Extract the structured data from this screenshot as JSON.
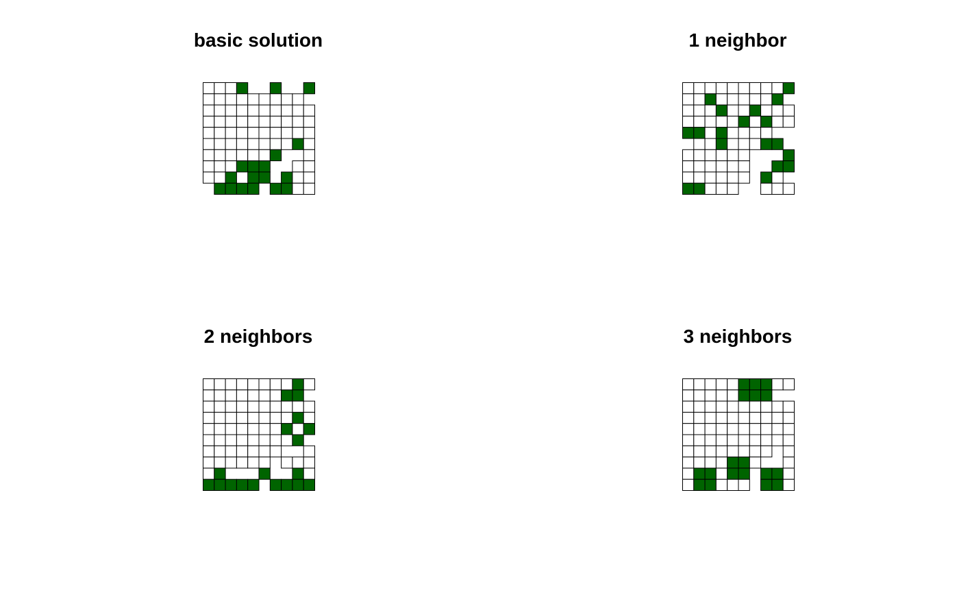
{
  "colors": {
    "selected": "#006400",
    "unselected": "#ffffff",
    "border": "#000000"
  },
  "chart_data": [
    {
      "type": "heatmap",
      "title": "basic solution",
      "rows": 10,
      "cols": 10,
      "selected_cells": [
        [
          0,
          3
        ],
        [
          0,
          6
        ],
        [
          0,
          9
        ],
        [
          5,
          8
        ],
        [
          6,
          6
        ],
        [
          7,
          3
        ],
        [
          7,
          4
        ],
        [
          7,
          5
        ],
        [
          8,
          2
        ],
        [
          8,
          4
        ],
        [
          8,
          5
        ],
        [
          8,
          7
        ],
        [
          9,
          1
        ],
        [
          9,
          2
        ],
        [
          9,
          3
        ],
        [
          9,
          4
        ],
        [
          9,
          6
        ],
        [
          9,
          7
        ]
      ],
      "missing_cells": [
        [
          0,
          4
        ],
        [
          0,
          5
        ],
        [
          0,
          7
        ],
        [
          0,
          8
        ],
        [
          1,
          9
        ],
        [
          6,
          7
        ],
        [
          6,
          8
        ],
        [
          7,
          6
        ],
        [
          7,
          7
        ],
        [
          8,
          3
        ],
        [
          8,
          6
        ],
        [
          9,
          0
        ],
        [
          9,
          5
        ]
      ]
    },
    {
      "type": "heatmap",
      "title": "1 neighbor",
      "rows": 10,
      "cols": 10,
      "selected_cells": [
        [
          0,
          9
        ],
        [
          1,
          2
        ],
        [
          1,
          8
        ],
        [
          2,
          3
        ],
        [
          2,
          6
        ],
        [
          3,
          5
        ],
        [
          3,
          7
        ],
        [
          4,
          0
        ],
        [
          4,
          1
        ],
        [
          4,
          3
        ],
        [
          5,
          3
        ],
        [
          5,
          7
        ],
        [
          5,
          8
        ],
        [
          6,
          9
        ],
        [
          7,
          8
        ],
        [
          7,
          9
        ],
        [
          8,
          7
        ],
        [
          9,
          0
        ],
        [
          9,
          1
        ]
      ],
      "missing_cells": [
        [
          1,
          9
        ],
        [
          4,
          8
        ],
        [
          4,
          9
        ],
        [
          5,
          0
        ],
        [
          5,
          9
        ],
        [
          6,
          6
        ],
        [
          6,
          7
        ],
        [
          6,
          8
        ],
        [
          7,
          6
        ],
        [
          7,
          7
        ],
        [
          8,
          6
        ],
        [
          8,
          9
        ],
        [
          9,
          5
        ],
        [
          9,
          6
        ]
      ]
    },
    {
      "type": "heatmap",
      "title": "2 neighbors",
      "rows": 10,
      "cols": 10,
      "selected_cells": [
        [
          0,
          8
        ],
        [
          1,
          7
        ],
        [
          1,
          8
        ],
        [
          3,
          8
        ],
        [
          4,
          7
        ],
        [
          4,
          9
        ],
        [
          5,
          8
        ],
        [
          8,
          1
        ],
        [
          8,
          5
        ],
        [
          8,
          8
        ],
        [
          9,
          0
        ],
        [
          9,
          1
        ],
        [
          9,
          2
        ],
        [
          9,
          3
        ],
        [
          9,
          4
        ],
        [
          9,
          6
        ],
        [
          9,
          7
        ],
        [
          9,
          8
        ],
        [
          9,
          9
        ]
      ],
      "missing_cells": [
        [
          1,
          9
        ],
        [
          5,
          9
        ],
        [
          6,
          7
        ],
        [
          6,
          8
        ],
        [
          7,
          6
        ],
        [
          8,
          2
        ],
        [
          8,
          3
        ],
        [
          8,
          4
        ],
        [
          8,
          6
        ],
        [
          8,
          7
        ],
        [
          9,
          5
        ]
      ]
    },
    {
      "type": "heatmap",
      "title": "3 neighbors",
      "rows": 10,
      "cols": 10,
      "selected_cells": [
        [
          0,
          5
        ],
        [
          0,
          6
        ],
        [
          0,
          7
        ],
        [
          1,
          5
        ],
        [
          1,
          6
        ],
        [
          1,
          7
        ],
        [
          7,
          4
        ],
        [
          7,
          5
        ],
        [
          8,
          1
        ],
        [
          8,
          2
        ],
        [
          8,
          4
        ],
        [
          8,
          5
        ],
        [
          8,
          7
        ],
        [
          8,
          8
        ],
        [
          9,
          1
        ],
        [
          9,
          2
        ],
        [
          9,
          7
        ],
        [
          9,
          8
        ]
      ],
      "missing_cells": [
        [
          1,
          8
        ],
        [
          1,
          9
        ],
        [
          6,
          8
        ],
        [
          7,
          7
        ],
        [
          7,
          8
        ],
        [
          8,
          6
        ],
        [
          9,
          6
        ]
      ]
    }
  ]
}
